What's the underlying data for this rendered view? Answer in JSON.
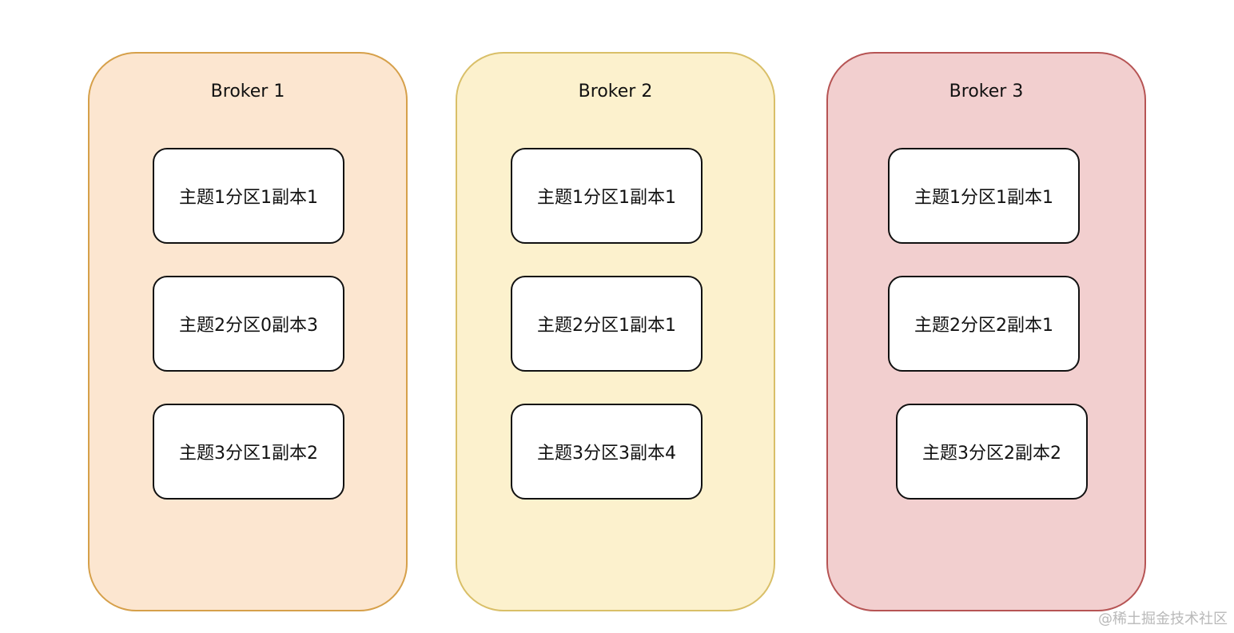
{
  "brokers": [
    {
      "title": "Broker 1",
      "fill": "#fce6d0",
      "stroke": "#d6a04a",
      "partitions": [
        "主题1分区1副本1",
        "主题2分区0副本3",
        "主题3分区1副本2"
      ]
    },
    {
      "title": "Broker 2",
      "fill": "#fcf1cd",
      "stroke": "#d9bf68",
      "partitions": [
        "主题1分区1副本1",
        "主题2分区1副本1",
        "主题3分区3副本4"
      ]
    },
    {
      "title": "Broker 3",
      "fill": "#f2cfcf",
      "stroke": "#b65454",
      "partitions": [
        "主题1分区1副本1",
        "主题2分区2副本1",
        "主题3分区2副本2"
      ]
    }
  ],
  "watermark": "@稀土掘金技术社区"
}
